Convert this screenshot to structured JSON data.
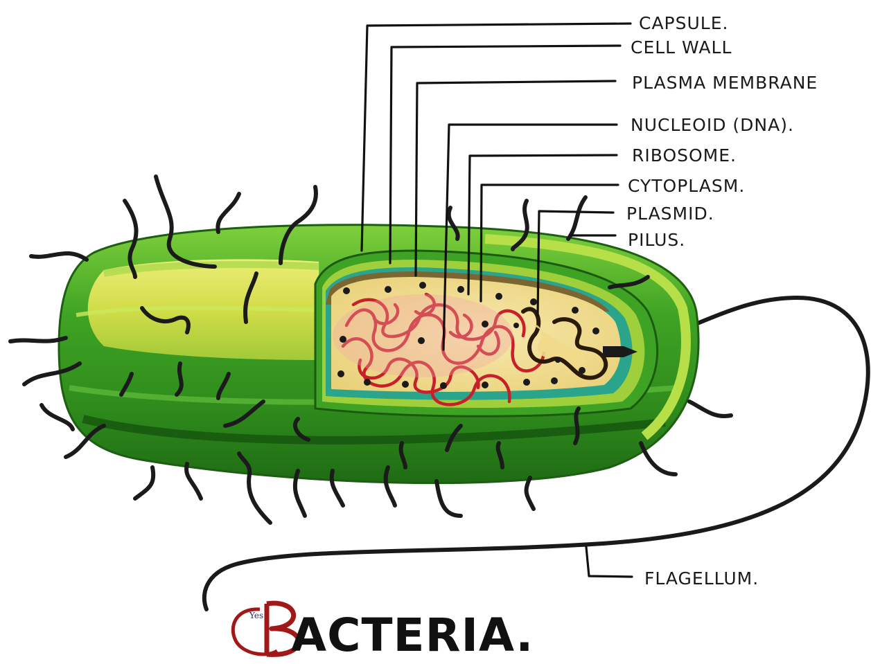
{
  "title": {
    "initial": "B",
    "rest": "ACTERIA.",
    "seal_text": "Yes"
  },
  "labels": [
    {
      "key": "capsule",
      "text": "CAPSULE."
    },
    {
      "key": "cell-wall",
      "text": "CELL WALL"
    },
    {
      "key": "plasma-membrane",
      "text": "PLASMA MEMBRANE"
    },
    {
      "key": "nucleoid",
      "text": "NUCLEOID (DNA)."
    },
    {
      "key": "ribosome",
      "text": "RIBOSOME."
    },
    {
      "key": "cytoplasm",
      "text": "CYTOPLASM."
    },
    {
      "key": "plasmid",
      "text": "PLASMID."
    },
    {
      "key": "pilus",
      "text": "PILUS."
    },
    {
      "key": "flagellum",
      "text": "FLAGELLUM."
    }
  ],
  "colors": {
    "capsule_dark": "#2f8c1c",
    "capsule_light": "#6cc43a",
    "cell_wall": "#a6d43a",
    "membrane_teal": "#2aa58c",
    "cytoplasm": "#f3e09a",
    "nucleoid": "#c8202a",
    "ink": "#111111",
    "seal_red": "#a01818"
  }
}
